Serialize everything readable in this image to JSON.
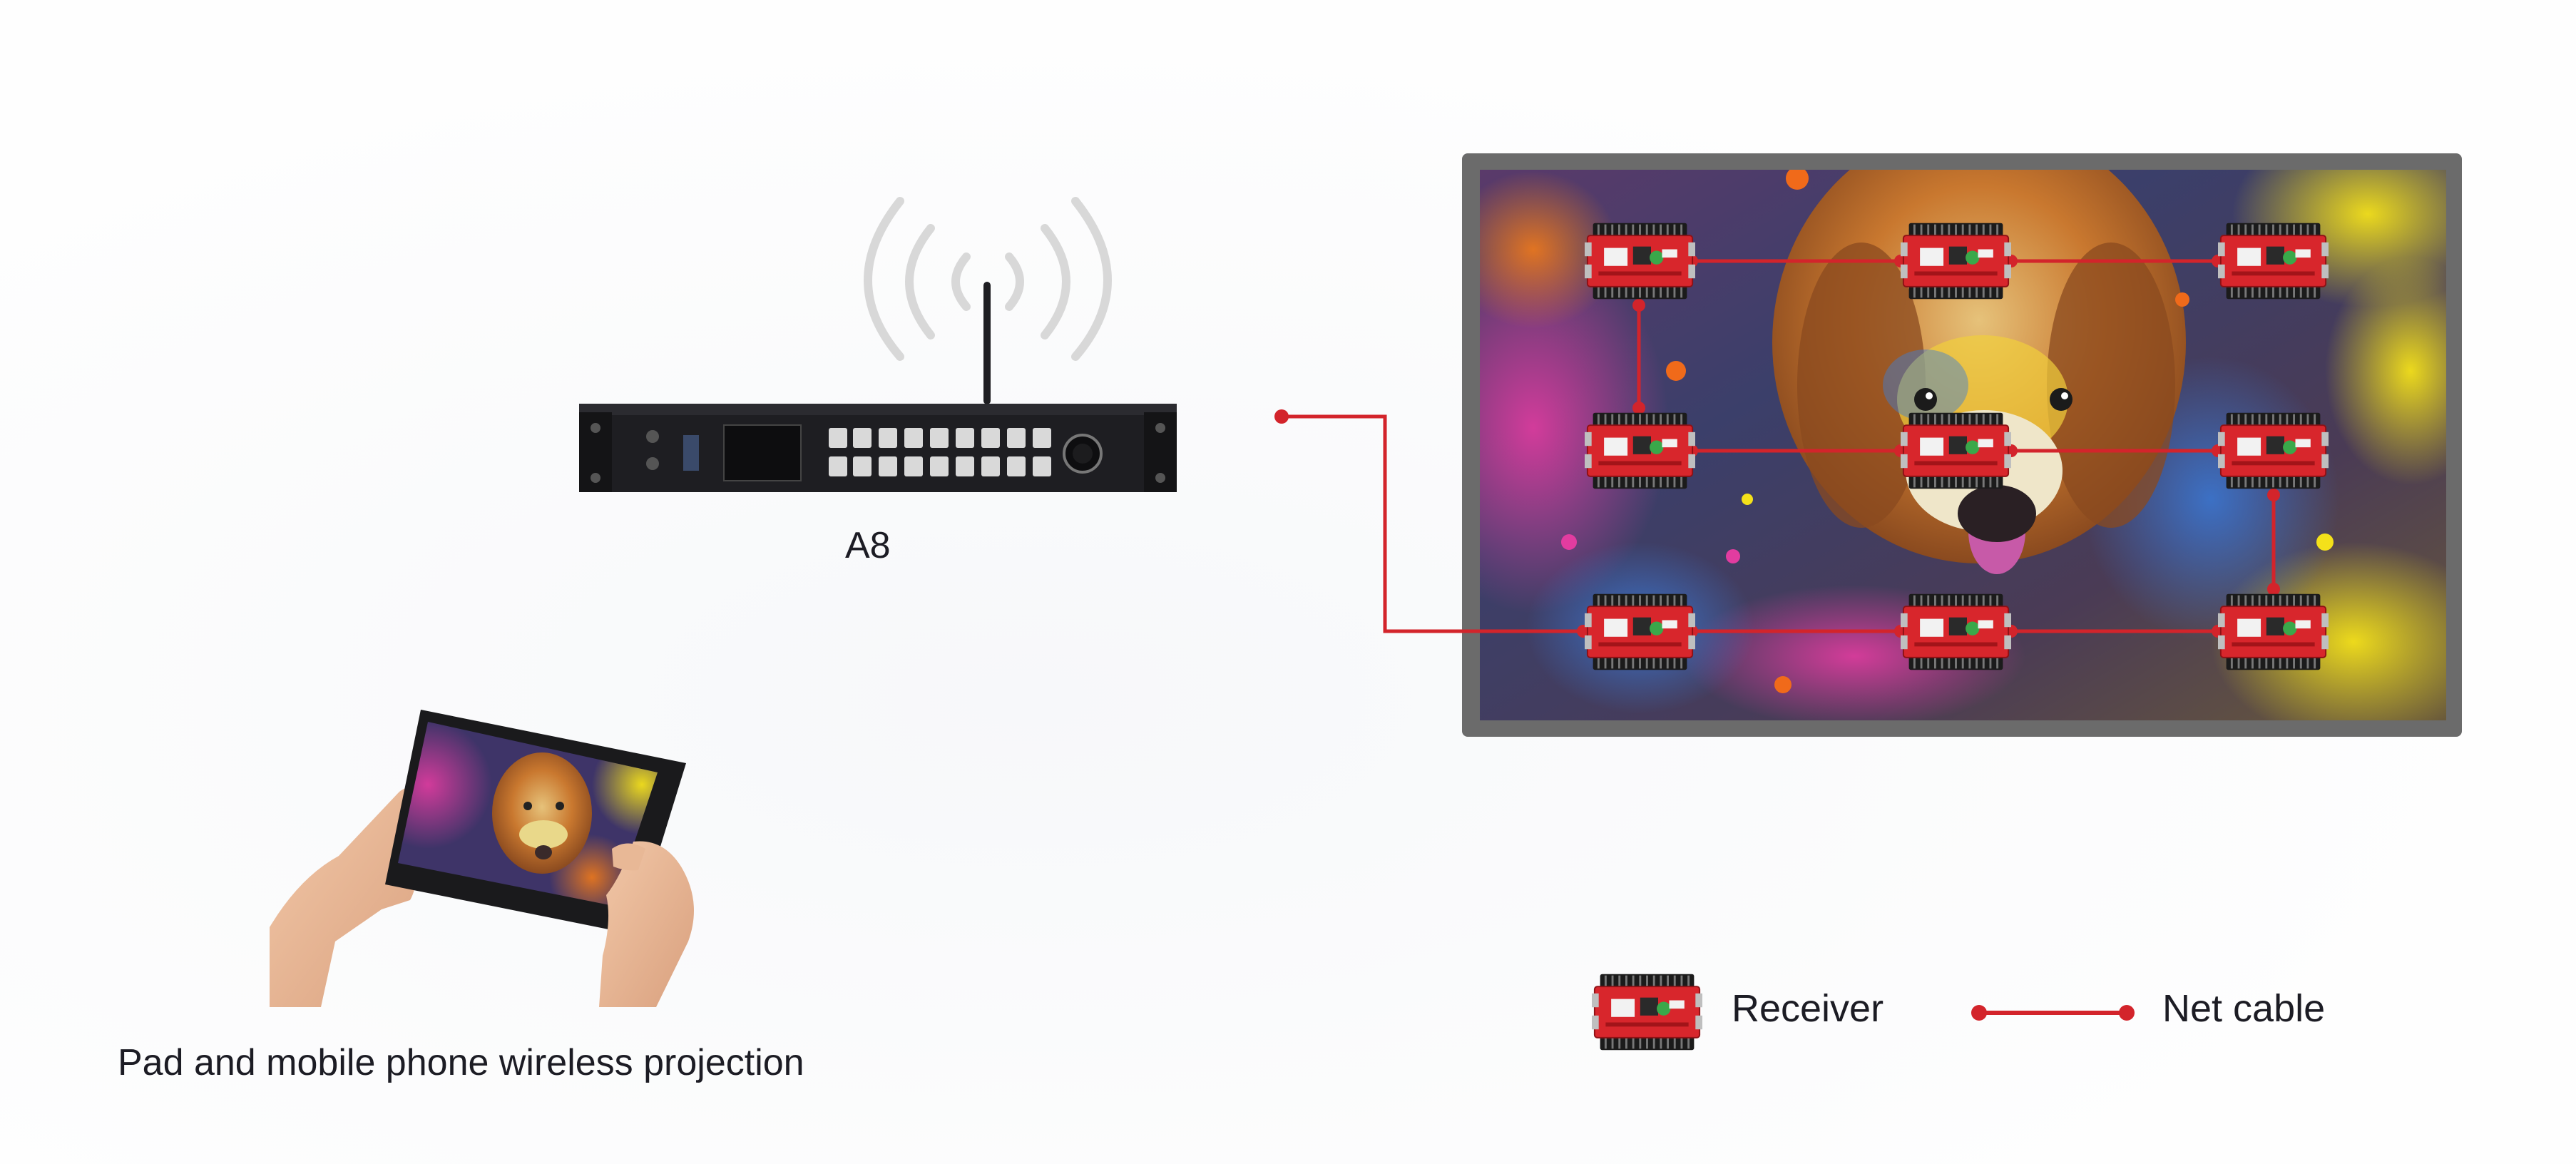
{
  "device": {
    "label": "A8",
    "icon": "video-processor-icon",
    "antenna_icon": "wireless-signal-icon"
  },
  "tablet": {
    "caption": "Pad and mobile phone wireless projection",
    "icon": "tablet-in-hands-icon"
  },
  "led_screen": {
    "icon": "led-screen-dog-image",
    "receivers_rows": 3,
    "receivers_cols": 3
  },
  "legend": {
    "receiver_label": "Receiver",
    "cable_label": "Net cable",
    "receiver_icon": "receiver-card-icon",
    "cable_icon": "net-cable-icon"
  },
  "colors": {
    "cable": "#d3242b",
    "receiver_board": "#d8262c",
    "screen_frame": "#6b6b6b",
    "device_body": "#1e1e22"
  }
}
